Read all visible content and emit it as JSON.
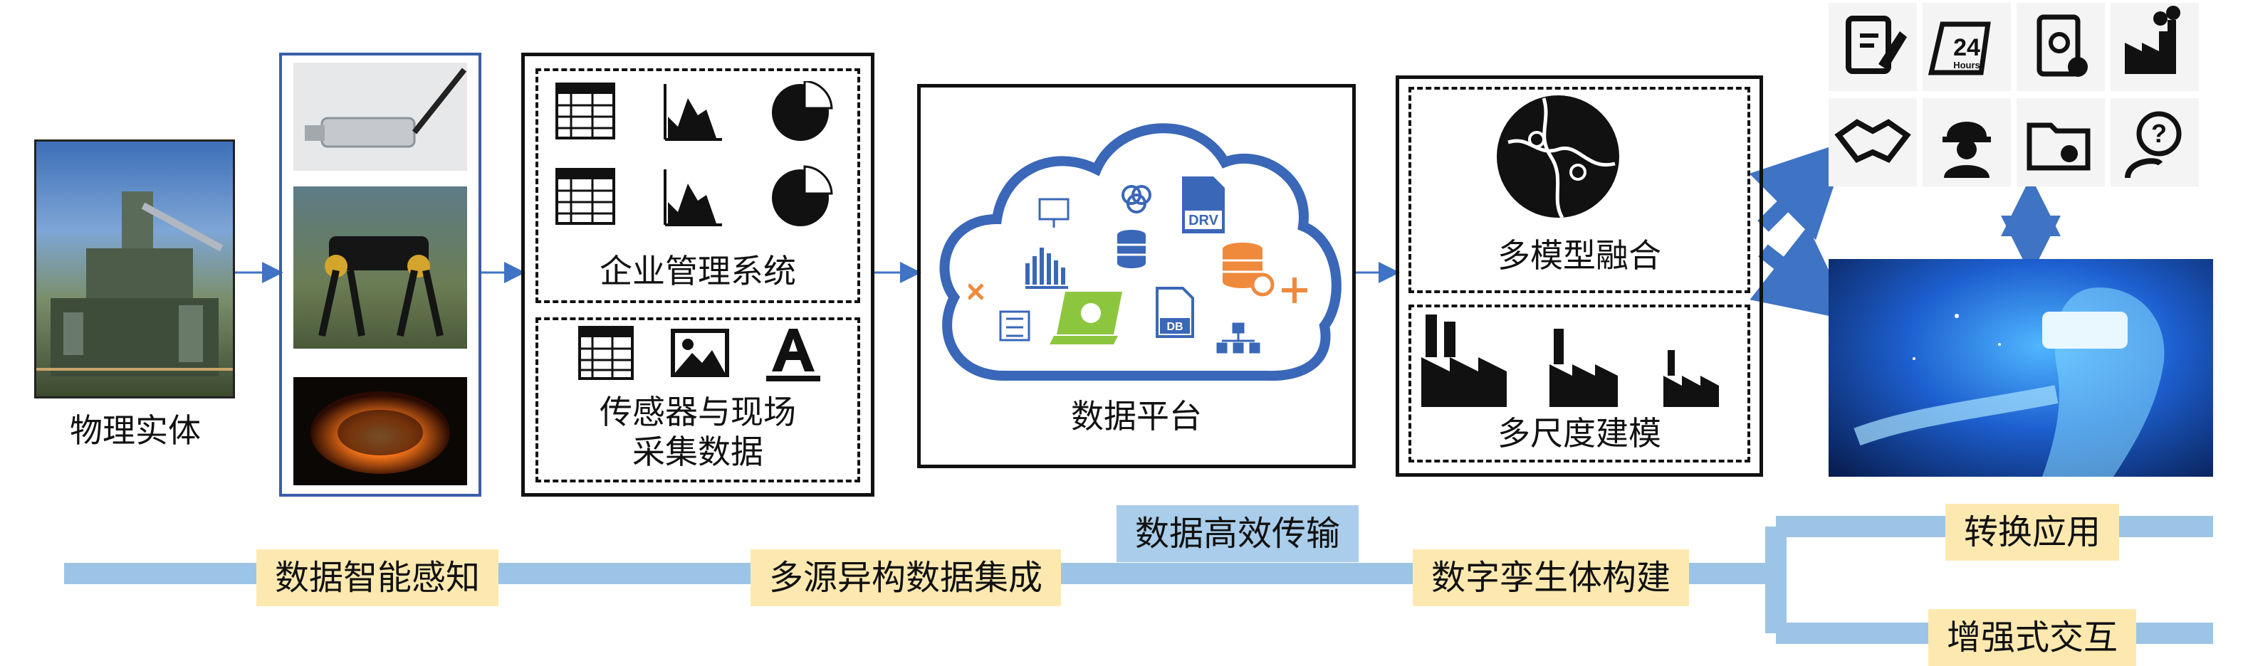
{
  "physical_entity": {
    "label": "物理实体"
  },
  "management_system": {
    "label": "企业管理系统"
  },
  "sensor_data": {
    "label_line1": "传感器与现场",
    "label_line2": "采集数据"
  },
  "data_platform": {
    "label": "数据平台",
    "icon_text_drv": "DRV",
    "icon_text_db": "DB"
  },
  "multi_model_fusion": {
    "label": "多模型融合"
  },
  "multi_scale_modeling": {
    "label": "多尺度建模"
  },
  "stages": {
    "perception": "数据智能感知",
    "integration": "多源异构数据集成",
    "transmission": "数据高效传输",
    "construction": "数字孪生体构建",
    "application": "转换应用",
    "interaction": "增强式交互"
  },
  "app_icons": {
    "clock_top": "24",
    "clock_bottom": "Hours"
  },
  "colors": {
    "arrow_blue": "#3f73c4",
    "timeline_blue": "#9cc4e6",
    "stage_fill": "#fde9b0",
    "stage_highlight": "#a9cdea",
    "platform_cloud": "#3a67b8",
    "orange_icon": "#ef8a3c"
  }
}
